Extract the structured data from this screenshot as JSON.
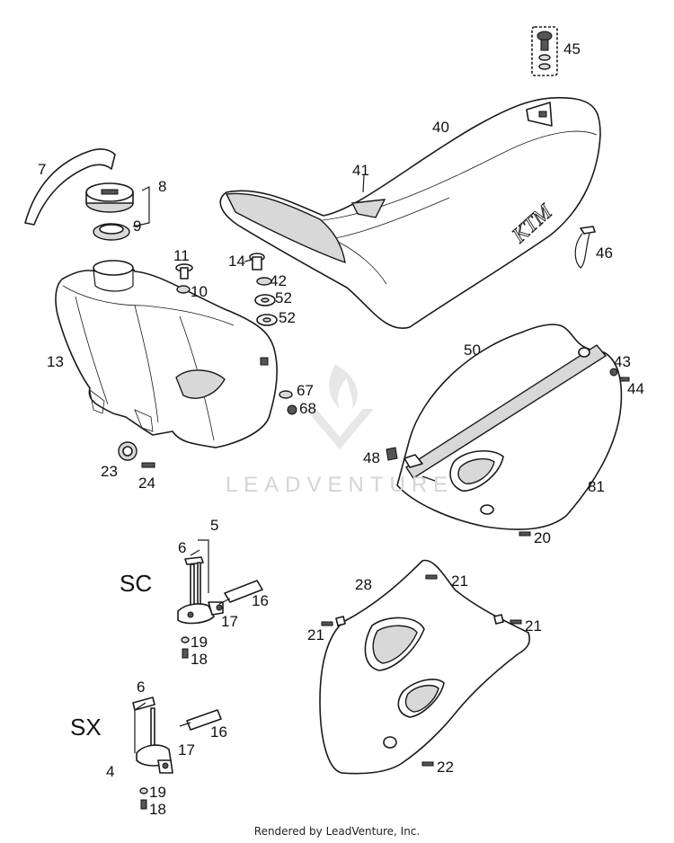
{
  "diagram": {
    "parts": {
      "p4": "4",
      "p5": "5",
      "p6a": "6",
      "p6b": "6",
      "p7": "7",
      "p8": "8",
      "p9": "9",
      "p10": "10",
      "p11": "11",
      "p13": "13",
      "p14": "14",
      "p16a": "16",
      "p16b": "16",
      "p17a": "17",
      "p17b": "17",
      "p18a": "18",
      "p18b": "18",
      "p19a": "19",
      "p19b": "19",
      "p20": "20",
      "p21a": "21",
      "p21b": "21",
      "p21c": "21",
      "p22": "22",
      "p23": "23",
      "p24": "24",
      "p28": "28",
      "p40": "40",
      "p41": "41",
      "p42": "42",
      "p43": "43",
      "p44": "44",
      "p45": "45",
      "p46": "46",
      "p48": "48",
      "p50": "50",
      "p52a": "52",
      "p52b": "52",
      "p67": "67",
      "p68": "68",
      "p81": "81"
    },
    "variants": {
      "sc": "SC",
      "sx": "SX"
    },
    "seat_logo": "KTM",
    "watermark": "LEADVENTURE"
  },
  "footer": "Rendered by LeadVenture, Inc.",
  "colors": {
    "line": "#1a1a1a",
    "shade": "#d8d8d8",
    "watermark": "#d4d4d4"
  }
}
